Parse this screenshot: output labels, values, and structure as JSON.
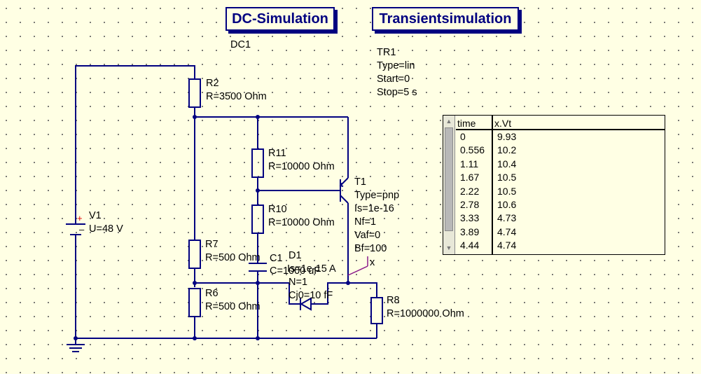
{
  "simulations": {
    "dc": {
      "title": "DC-Simulation",
      "name": "DC1"
    },
    "transient": {
      "title": "Transientsimulation",
      "name": "TR1",
      "params": [
        "Type=lin",
        "Start=0",
        "Stop=5 s"
      ]
    }
  },
  "components": {
    "V1": {
      "name": "V1",
      "params": [
        "U=48 V"
      ]
    },
    "R2": {
      "name": "R2",
      "params": [
        "R=3500 Ohm"
      ]
    },
    "R11": {
      "name": "R11",
      "params": [
        "R=10000 Ohm"
      ]
    },
    "R10": {
      "name": "R10",
      "params": [
        "R=10000 Ohm"
      ]
    },
    "R7": {
      "name": "R7",
      "params": [
        "R=500 Ohm"
      ]
    },
    "R6": {
      "name": "R6",
      "params": [
        "R=500 Ohm"
      ]
    },
    "C1": {
      "name": "C1",
      "params": [
        "C=1000 uF"
      ]
    },
    "D1": {
      "name": "D1",
      "params": [
        "Is=1e-15 A",
        "N=1",
        "Cj0=10 fF"
      ]
    },
    "T1": {
      "name": "T1",
      "params": [
        "Type=pnp",
        "Is=1e-16",
        "Nf=1",
        "Vaf=0",
        "Bf=100"
      ]
    },
    "R8": {
      "name": "R8",
      "params": [
        "R=1000000 Ohm"
      ]
    }
  },
  "probe": {
    "label": "x"
  },
  "colors": {
    "wire": "#000080",
    "background": "#ffffe4",
    "v1_plus": "#e00000",
    "probe": "#8b1a8b"
  },
  "table": {
    "headers": [
      "time",
      "x.Vt"
    ],
    "time": [
      "0",
      "0.556",
      "1.11",
      "1.67",
      "2.22",
      "2.78",
      "3.33",
      "3.89",
      "4.44"
    ],
    "vt": [
      "9.93",
      "10.2",
      "10.4",
      "10.5",
      "10.5",
      "10.6",
      "4.73",
      "4.74",
      "4.74"
    ]
  }
}
